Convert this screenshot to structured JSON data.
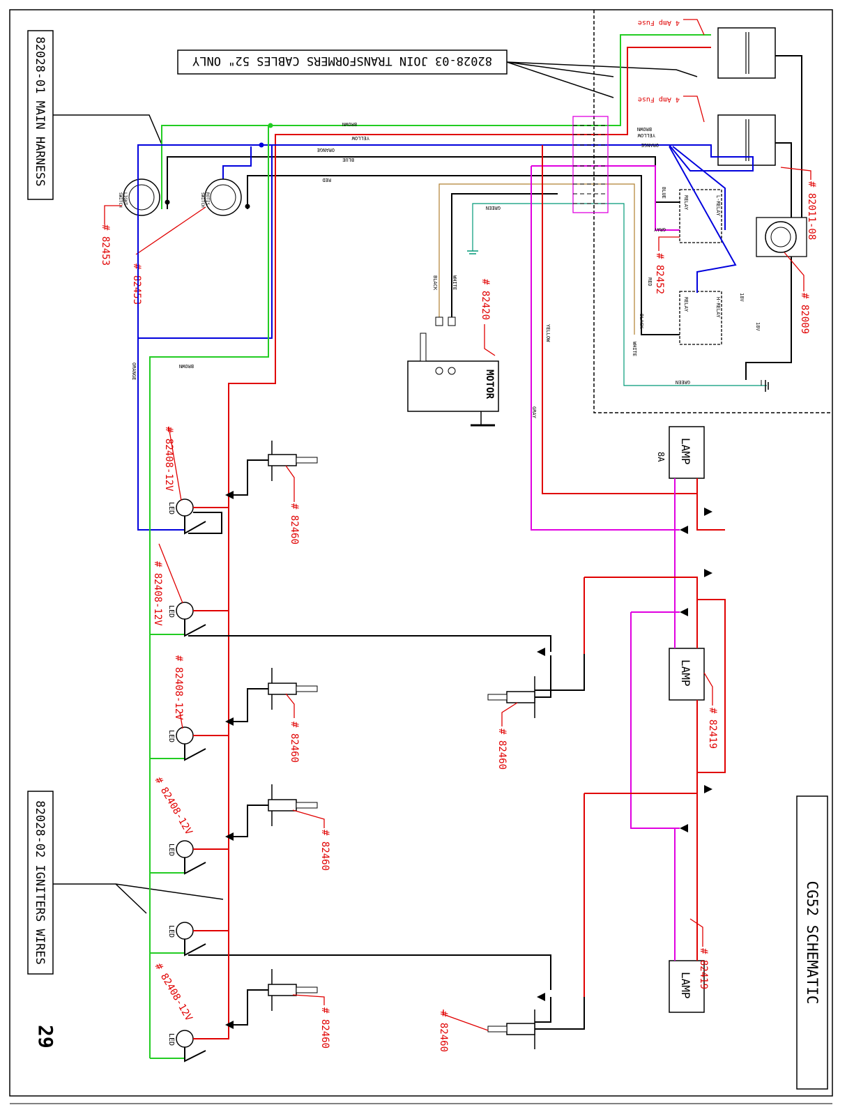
{
  "page_number": "29",
  "title": "CG52 SCHEMATIC",
  "harness_labels": {
    "main": "82028-01 MAIN HARNESS",
    "igniters": "82028-02 IGNITERS WIRES",
    "join": "82028-03 JOIN TRANSFORMERS CABLES 52\" ONLY"
  },
  "fuse_label": "4 Amp Fuse",
  "switches": {
    "light": [
      "LIGHT",
      "SWITCH"
    ],
    "rotis": [
      "ROTIS",
      "SWITCH"
    ]
  },
  "motor_label": "MOTOR",
  "lamp_label": "LAMP",
  "lamp_rating": "8A",
  "led_label": "LED",
  "relay_label": "RELAY",
  "relay_names": {
    "low": "L-RELAY",
    "high": "H-RELAY"
  },
  "wire_colors": {
    "brown": "BROWN",
    "yellow": "YELLOW",
    "orange": "ORANGE",
    "blue": "BLUE",
    "red": "RED",
    "green": "GREEN",
    "black": "BLACK",
    "white": "WHITE",
    "gray": "GRAY"
  },
  "voltage_label": "18V",
  "part_numbers": {
    "switch": "# 82453",
    "relay": "# 82452",
    "motor": "# 82420",
    "transformer": "# 82011-08",
    "socket": "# 82009",
    "led": "# 82408-12V",
    "igniter": "# 82460",
    "lamp": "# 82419"
  },
  "colors": {
    "red": "#e00000",
    "green": "#22cc22",
    "blue": "#0000dd",
    "magenta": "#e000e0",
    "brown": "#b08030",
    "teal": "#009977",
    "black": "#000000"
  }
}
